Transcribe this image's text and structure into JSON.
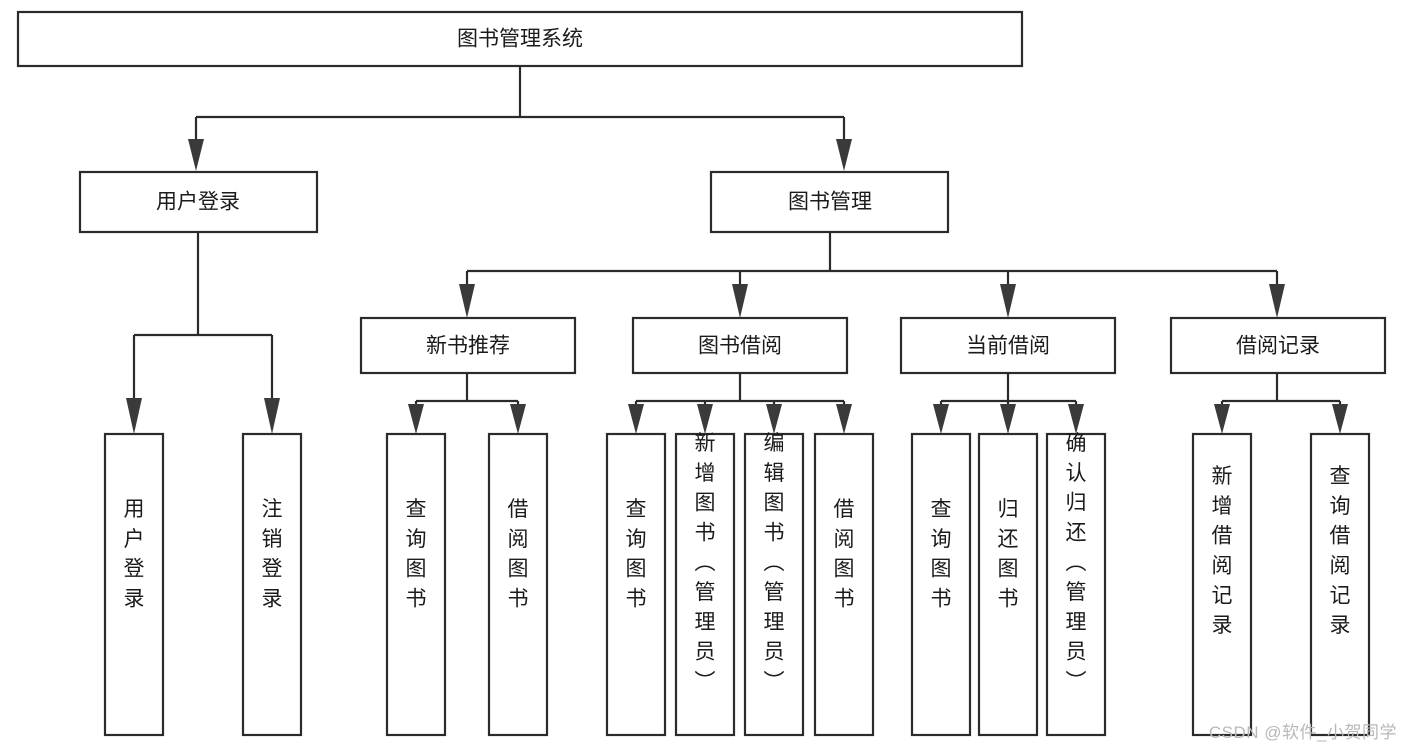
{
  "diagram": {
    "title": "图书管理系统",
    "type": "hierarchy-tree",
    "watermark": "CSDN @软件_小贺同学",
    "colors": {
      "box_stroke": "#2b2b2b",
      "box_fill": "#ffffff",
      "connector": "#2b2b2b",
      "arrow": "#3a3a3a",
      "text": "#1b1b1b",
      "watermark": "#b8b8b8",
      "background": "#ffffff"
    },
    "levels": {
      "root": {
        "label": "图书管理系统"
      },
      "level2": [
        {
          "label": "用户登录"
        },
        {
          "label": "图书管理"
        }
      ],
      "level3": [
        {
          "label": "新书推荐"
        },
        {
          "label": "图书借阅"
        },
        {
          "label": "当前借阅"
        },
        {
          "label": "借阅记录"
        }
      ]
    },
    "leaves": {
      "user_login": [
        {
          "label": "用户登录"
        },
        {
          "label": "注销登录"
        }
      ],
      "new_book_recommend": [
        {
          "label": "查询图书"
        },
        {
          "label": "借阅图书"
        }
      ],
      "book_borrow": [
        {
          "label": "查询图书"
        },
        {
          "label": "新增图书（管理员）"
        },
        {
          "label": "编辑图书（管理员）"
        },
        {
          "label": "借阅图书"
        }
      ],
      "current_borrow": [
        {
          "label": "查询图书"
        },
        {
          "label": "归还图书"
        },
        {
          "label": "确认归还（管理员）"
        }
      ],
      "borrow_record": [
        {
          "label": "新增借阅记录"
        },
        {
          "label": "查询借阅记录"
        }
      ]
    }
  }
}
